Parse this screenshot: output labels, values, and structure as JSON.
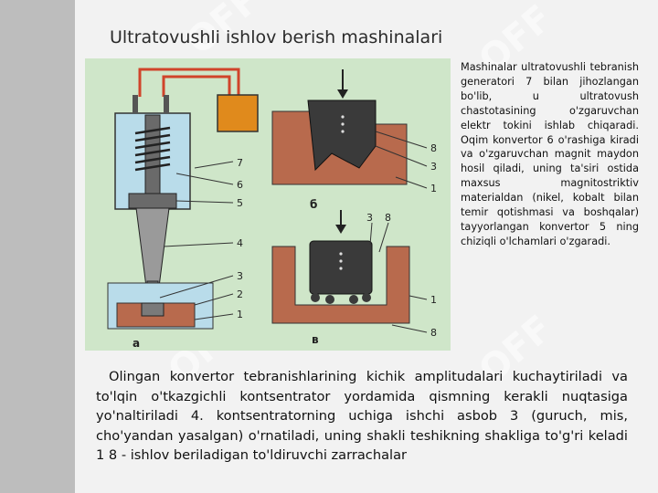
{
  "title": "Ultratovushli ishlov berish mashinalari",
  "side_paragraph": "Mashinalar ultratovushli tebranish generatori 7 bilan jihozlangan bo'lib, u ultratovush chastotasining o'zgaruvchan elektr tokini ishlab chiqaradi. Oqim konvertor 6 o'rashiga kiradi va o'zgaruvchan magnit maydon hosil qiladi, uning ta'siri ostida maxsus magnitostriktiv materialdan (nikel, kobalt bilan temir qotishmasi va boshqalar) tayyorlangan konvertor 5 ning chiziqli o'lchamlari o'zgaradi.",
  "body_paragraph": "Olingan konvertor tebranishlarining kichik amplitudalari kuchaytiriladi va to'lqin o'tkazgichli kontsentrator yordamida qismning kerakli nuqtasiga yo'naltiriladi 4. kontsentratorning uchiga ishchi asbob 3 (guruch, mis, cho'yandan yasalgan) o'rnatiladi, uning shakli teshikning shakliga to'g'ri keladi 1 8 - ishlov beriladigan to'ldiruvchi zarrachalar",
  "figure": {
    "labels_a": [
      "7",
      "6",
      "5",
      "4",
      "3",
      "2",
      "1"
    ],
    "caption_a": "a",
    "labels_b": [
      "8",
      "3",
      "1"
    ],
    "caption_b": "б",
    "labels_c_top": [
      "3",
      "8"
    ],
    "labels_c_side": [
      "1",
      "8"
    ],
    "caption_c": "в"
  },
  "watermark": "OFF",
  "colors": {
    "figure_bg": "#cfe6c9",
    "generator": "#e08a1c",
    "workpiece": "#b86a4d",
    "tool": "#3a3a3a",
    "housing": "#b9dcea",
    "wire": "#d0442a"
  }
}
